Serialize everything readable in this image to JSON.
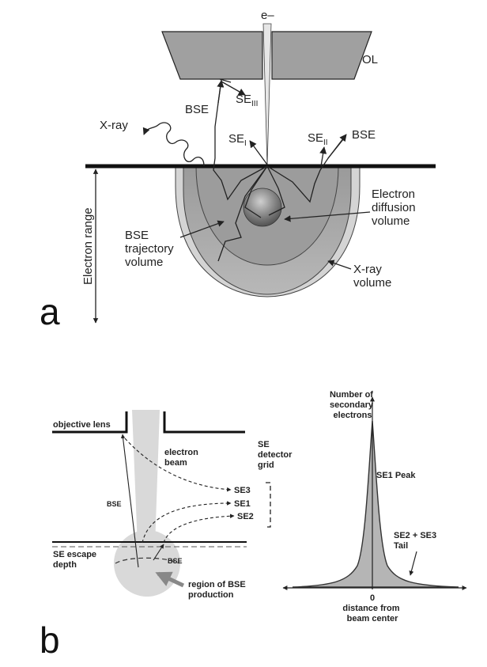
{
  "panel_a": {
    "panel_label": "a",
    "beam_label": "e–",
    "lens_label": "OL",
    "bse_top": "BSE",
    "se3": "SE",
    "se3_sub": "III",
    "xray": "X-ray",
    "se1": "SE",
    "se1_sub": "I",
    "se2": "SE",
    "se2_sub": "II",
    "bse_right": "BSE",
    "electron_range": "Electron range",
    "diffusion_line1": "Electron",
    "diffusion_line2": "diffusion",
    "diffusion_line3": "volume",
    "bse_traj_line1": "BSE",
    "bse_traj_line2": "trajectory",
    "bse_traj_line3": "volume",
    "xray_vol_line1": "X-ray",
    "xray_vol_line2": "volume"
  },
  "panel_b": {
    "panel_label": "b",
    "objective_lens": "objective lens",
    "electron_beam_line1": "electron",
    "electron_beam_line2": "beam",
    "detector_line1": "SE",
    "detector_line2": "detector",
    "detector_line3": "grid",
    "se3": "SE3",
    "se1": "SE1",
    "se2": "SE2",
    "bse_left": "BSE",
    "bse_right": "BSE",
    "escape_line1": "SE escape",
    "escape_line2": "depth",
    "region_line1": "region of BSE",
    "region_line2": "production"
  },
  "graph": {
    "ylabel_line1": "Number of",
    "ylabel_line2": "secondary",
    "ylabel_line3": "electrons",
    "peak_label": "SE1 Peak",
    "tail_line1": "SE2 + SE3",
    "tail_line2": "Tail",
    "zero_label": "0",
    "xlabel_line1": "distance from",
    "xlabel_line2": "beam center"
  },
  "colors": {
    "outer_volume": "#d4d4d4",
    "mid_volume": "#a8a8a8",
    "inner_volume": "#8e8e8e",
    "lens": "#a0a0a0",
    "beam_b": "#d9d9d9",
    "peak_fill": "#b5b5b5"
  }
}
